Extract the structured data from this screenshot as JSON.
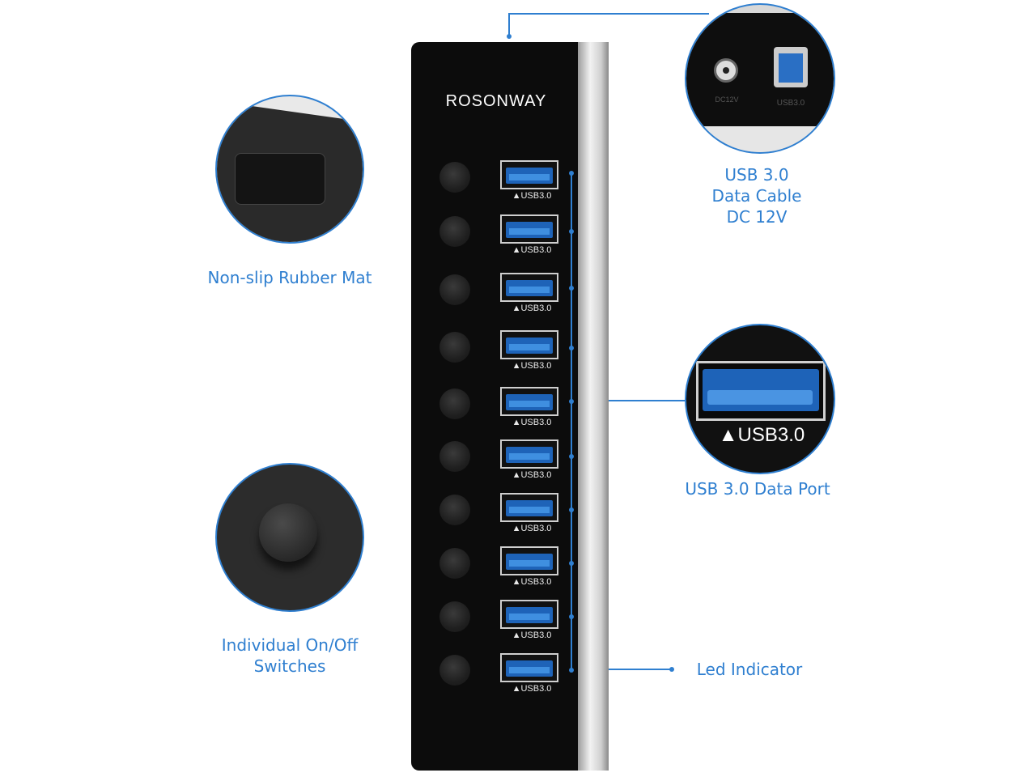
{
  "brand": "ROSONWAY",
  "ports": [
    {
      "label": "▲USB3.0"
    },
    {
      "label": "▲USB3.0"
    },
    {
      "label": "▲USB3.0"
    },
    {
      "label": "▲USB3.0"
    },
    {
      "label": "▲USB3.0"
    },
    {
      "label": "▲USB3.0"
    },
    {
      "label": "▲USB3.0"
    },
    {
      "label": "▲USB3.0"
    },
    {
      "label": "▲USB3.0"
    },
    {
      "label": "▲USB3.0"
    }
  ],
  "callouts": {
    "rubber_mat": "Non-slip Rubber Mat",
    "switches_line1": "Individual On/Off",
    "switches_line2": "Switches",
    "cable_line1": "USB 3.0",
    "cable_line2": "Data Cable",
    "cable_line3": "DC 12V",
    "data_port": "USB 3.0 Data Port",
    "led": "Led Indicator"
  },
  "zoom_back": {
    "dc_label": "DC12V",
    "usb_label": "USB3.0"
  },
  "zoom_port": {
    "label": "▲USB3.0"
  },
  "colors": {
    "accent": "#2f7fd0",
    "body": "#0c0c0c",
    "port_blue": "#1e63b8"
  }
}
